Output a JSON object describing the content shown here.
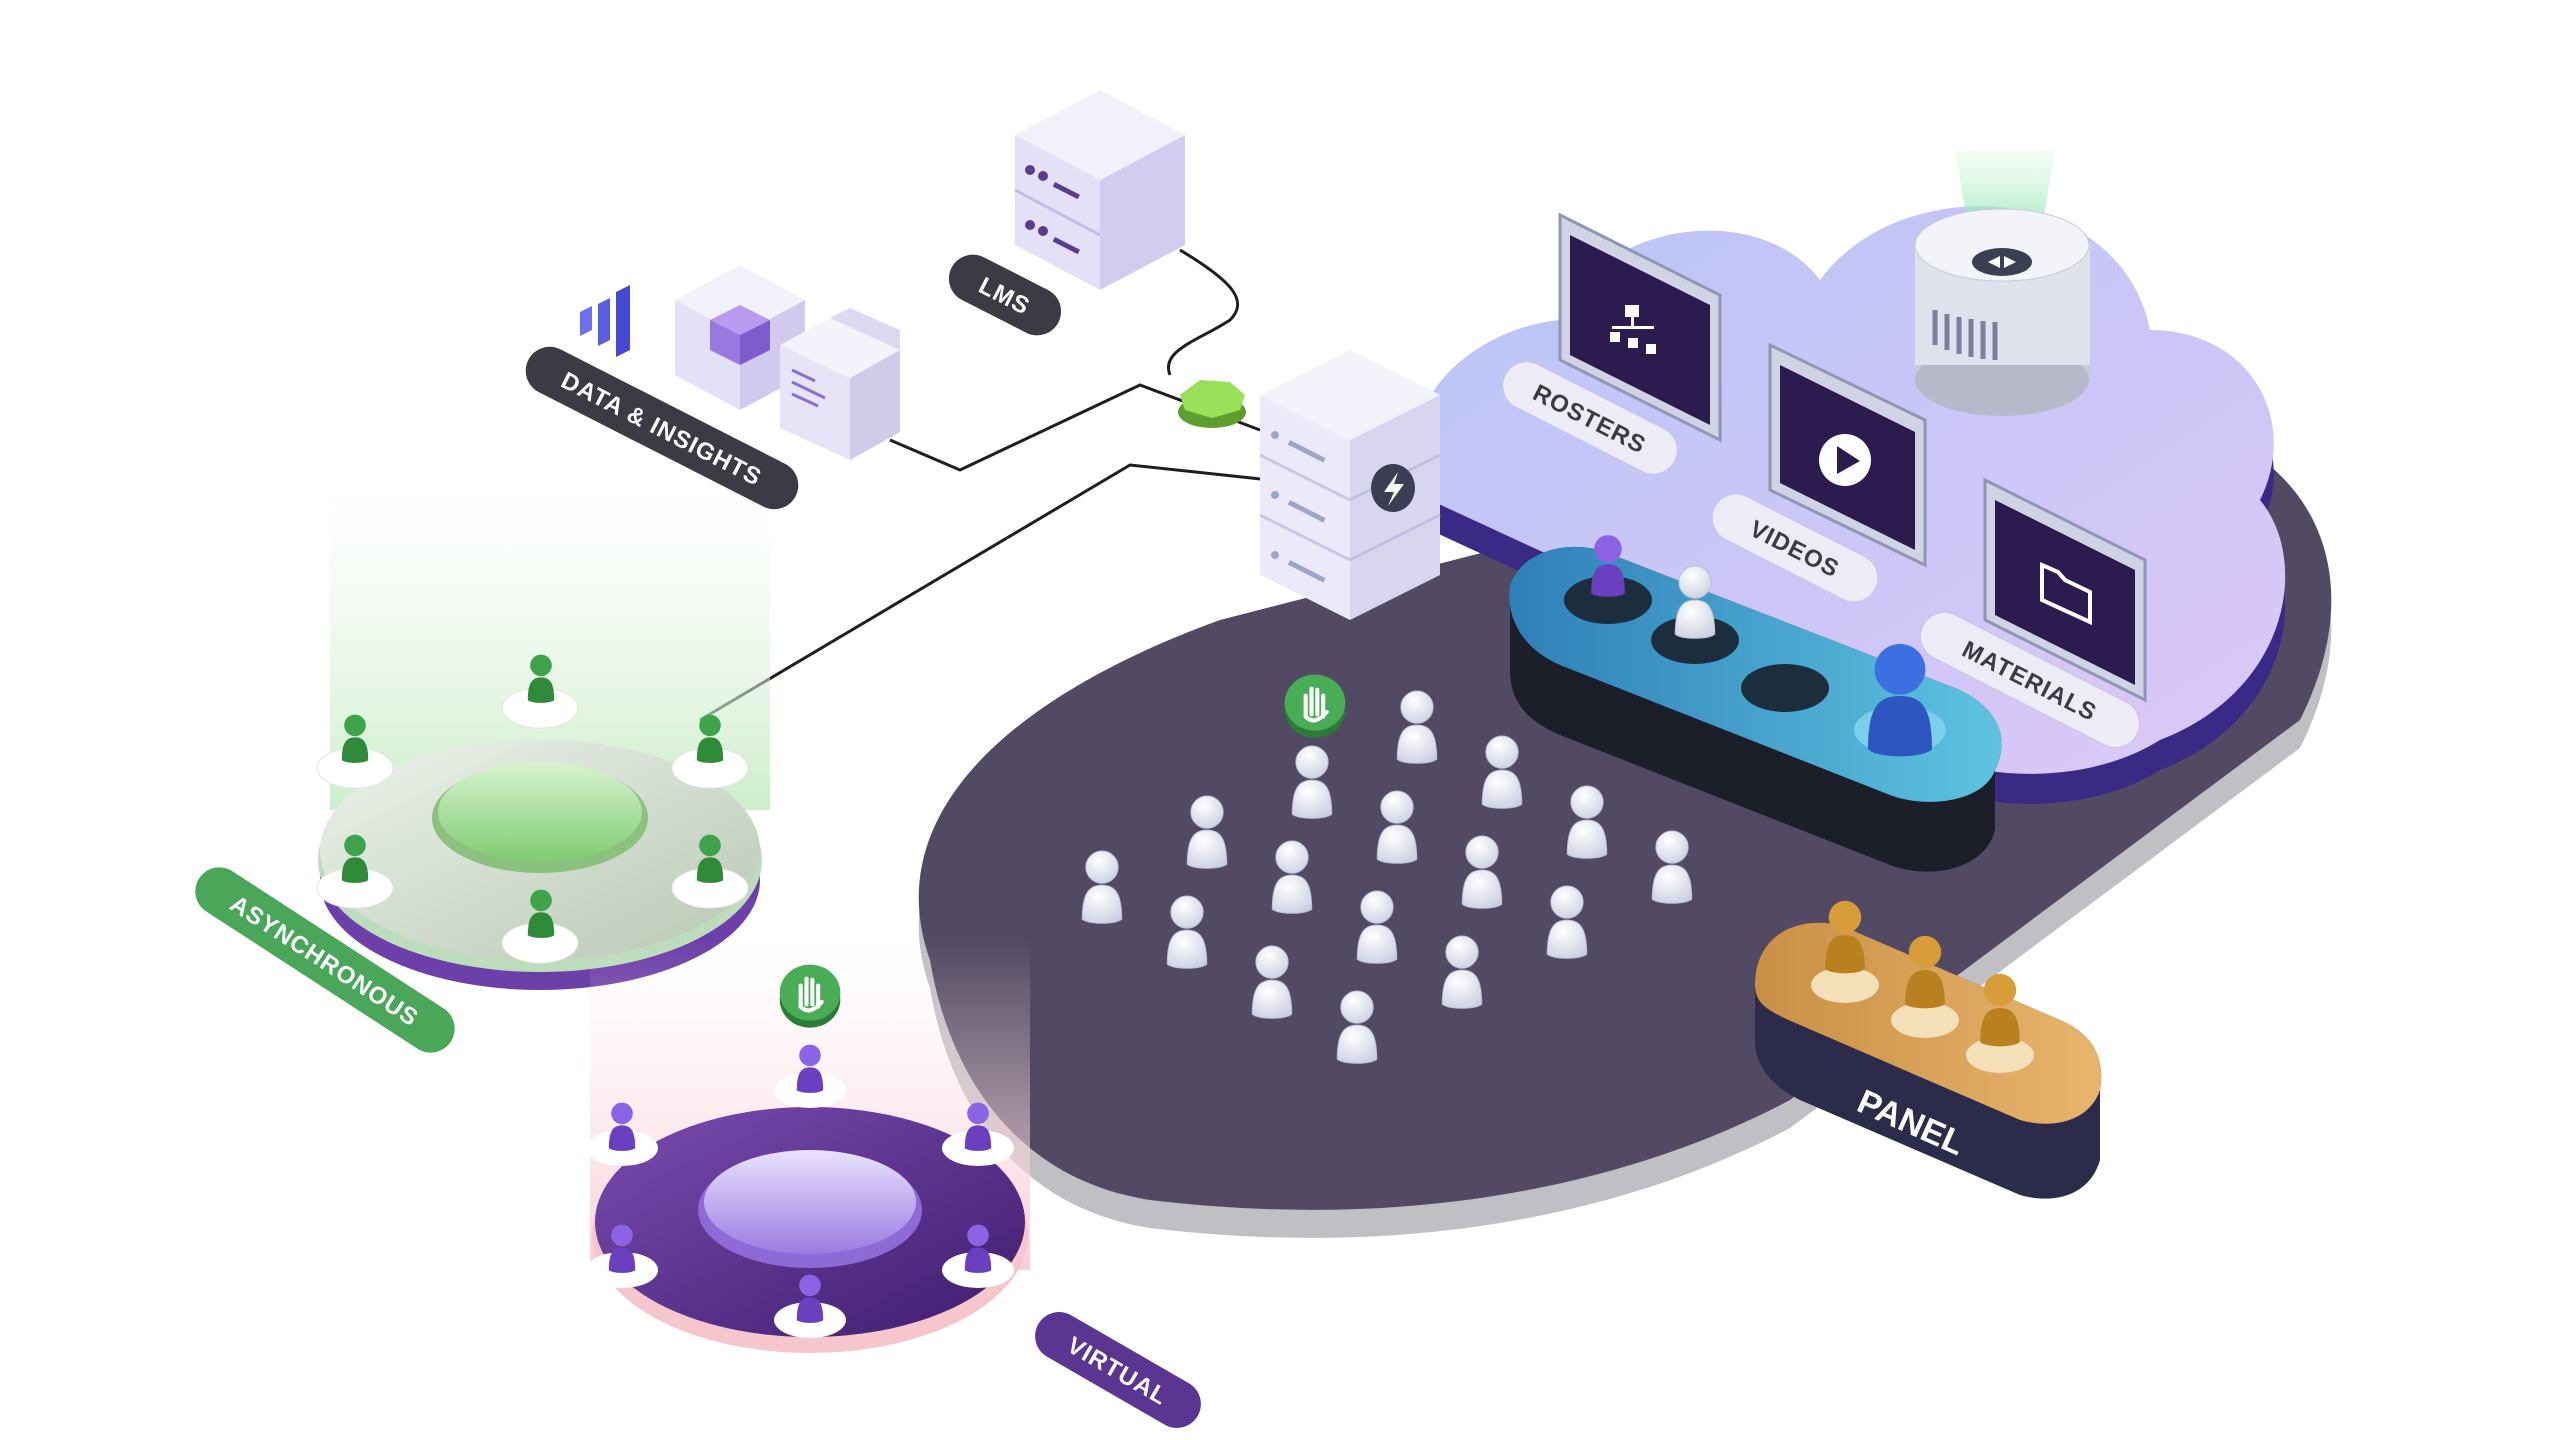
{
  "labels": {
    "lms": "LMS",
    "data_insights": "DATA & INSIGHTS",
    "rosters": "ROSTERS",
    "videos": "VIDEOS",
    "materials": "MATERIALS",
    "asynchronous": "ASYNCHRONOUS",
    "virtual": "VIRTUAL",
    "panel": "PANEL"
  },
  "colors": {
    "platform": "#524a63",
    "cloud": "#c8c0f4",
    "stage": "#3aa2c9",
    "panel": "#d9a35b",
    "async": "#5fb266",
    "virtual": "#6b3f9e",
    "pill_dark": "#3b3a45",
    "pill_light": "#ecebf6",
    "pill_green": "#4aa75a",
    "pill_purple": "#5a3591"
  },
  "icons": [
    "server-icon",
    "org-chart-icon",
    "play-icon",
    "folder-icon",
    "raised-hand-icon",
    "lightning-icon",
    "bar-chart-icon",
    "cube-icon",
    "document-icon",
    "projector-icon",
    "shield-node-icon"
  ]
}
